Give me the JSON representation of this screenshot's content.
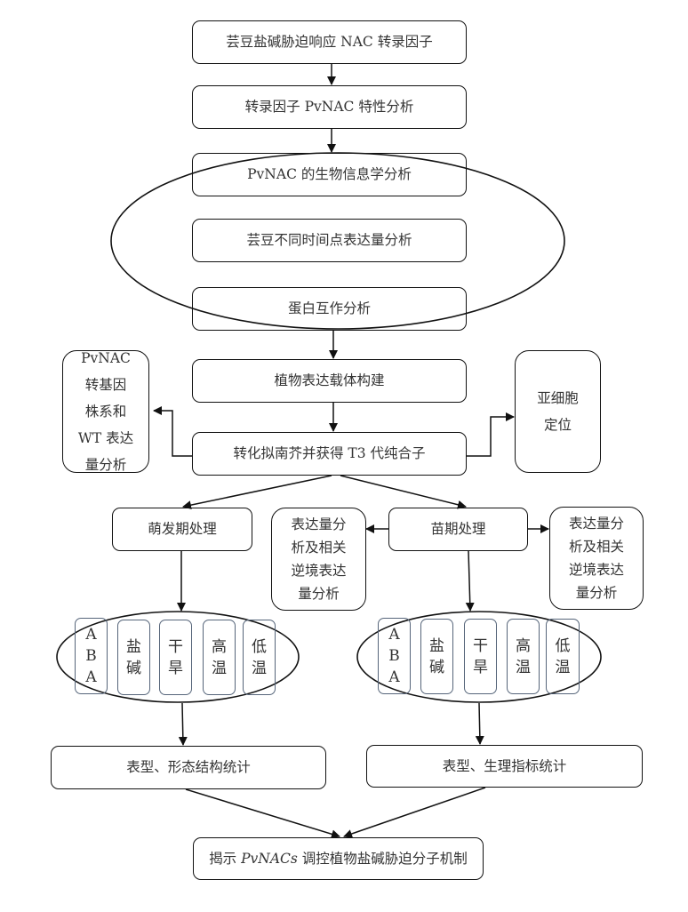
{
  "main_flow": [
    {
      "id": "n1",
      "label": "芸豆盐碱胁迫响应 NAC 转录因子"
    },
    {
      "id": "n2",
      "label": "转录因子 PvNAC 特性分析"
    },
    {
      "id": "n3",
      "label": "PvNAC 的生物信息学分析"
    },
    {
      "id": "n4",
      "label": "芸豆不同时间点表达量分析"
    },
    {
      "id": "n5",
      "label": "蛋白互作分析"
    },
    {
      "id": "n6",
      "label": "植物表达载体构建"
    },
    {
      "id": "n7",
      "label": "转化拟南芥并获得 T3 代纯合子"
    }
  ],
  "side_left": {
    "lines": [
      "PvNAC",
      "转基因",
      "株系和",
      "WT 表达",
      "量分析"
    ]
  },
  "side_right": {
    "lines": [
      "亚细胞",
      "定位"
    ]
  },
  "branch_left": {
    "label": "萌发期处理",
    "treatments": [
      [
        "A",
        "B",
        "A"
      ],
      [
        "盐",
        "碱"
      ],
      [
        "干",
        "旱"
      ],
      [
        "高",
        "温"
      ],
      [
        "低",
        "温"
      ]
    ],
    "result": "表型、形态结构统计"
  },
  "branch_right": {
    "label": "苗期处理",
    "treatments": [
      [
        "A",
        "B",
        "A"
      ],
      [
        "盐",
        "碱"
      ],
      [
        "干",
        "旱"
      ],
      [
        "高",
        "温"
      ],
      [
        "低",
        "温"
      ]
    ],
    "result": "表型、生理指标统计",
    "side_left": {
      "lines": [
        "表达量分",
        "析及相关",
        "逆境表达",
        "量分析"
      ]
    },
    "side_right": {
      "lines": [
        "表达量分",
        "析及相关",
        "逆境表达",
        "量分析"
      ]
    }
  },
  "final": {
    "prefix": "揭示 ",
    "italic": "PvNACs",
    "suffix": " 调控植物盐碱胁迫分子机制"
  }
}
